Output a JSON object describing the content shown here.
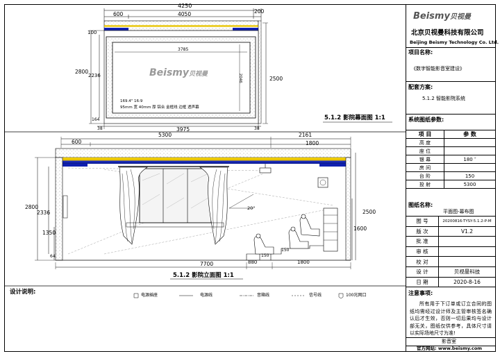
{
  "company": {
    "logo_text": "Beismy",
    "logo_cn": "贝视曼",
    "name_cn": "北京贝视曼科技有限公司",
    "name_en": "Beijing Beismy Technology Co. Ltd."
  },
  "project": {
    "label": "项目名称:",
    "name": "《数字智能影音室建设》",
    "plan_label": "配套方案:",
    "plan": "5.1.2 智能影院系统",
    "params_label": "系统图纸参数:"
  },
  "params_table": {
    "headers": [
      "项  目",
      "参  数"
    ],
    "rows": [
      [
        "高  度",
        ""
      ],
      [
        "座  位",
        ""
      ],
      [
        "银  幕",
        "180 ″"
      ],
      [
        "房  间",
        ""
      ],
      [
        "台  阶",
        "150"
      ],
      [
        "投  射",
        "5300"
      ]
    ]
  },
  "drawing_name": {
    "label": "图纸名称:",
    "value": "平面图-幕布图"
  },
  "sign_table": [
    [
      "图  号",
      "20200816-TYSY-5.1.2-P-M"
    ],
    [
      "版  次",
      "V1.2"
    ],
    [
      "批  准",
      ""
    ],
    [
      "审  核",
      ""
    ],
    [
      "校  对",
      ""
    ],
    [
      "设  计",
      "贝视曼科技"
    ],
    [
      "日  期",
      "2020-8-16"
    ]
  ],
  "notes": {
    "label": "注意事项:",
    "text": "所有用于下订单或订立合同的图纸均需经过设计师及主管审核签名确认后才生效，否则一切后果均与设计部无关，图纸仅供参考，具体尺寸请以实际场地尺寸为准!",
    "room": "影音室",
    "website": "官方网站: www.beismy.com"
  },
  "legend": {
    "label": "设计说明:",
    "items": [
      "电源插座",
      "电源线",
      "音箱线",
      "信号线",
      "100兆网口"
    ]
  },
  "screen_view": {
    "title": "5.1.2 影院幕面图  1:1",
    "dims_top": [
      "4250",
      "600",
      "4050",
      "200"
    ],
    "dims_left": [
      "100",
      "2800",
      "2236",
      "164"
    ],
    "dims_right": [
      "2500"
    ],
    "dims_bottom": [
      "38",
      "3975",
      "38"
    ],
    "inner_width": "3785",
    "inner_height": "2046",
    "screen_spec_1": "169.4\"  16:9",
    "screen_spec_2": "95mm 宽 40mm 厚 铝合 金框线 边框 透声幕"
  },
  "elevation_view": {
    "title": "5.1.2 影院立面图  1:1",
    "dims_top": [
      "600",
      "5300",
      "2161",
      "1800"
    ],
    "dims_left": [
      "2800",
      "2336",
      "1350",
      "64"
    ],
    "dims_right": [
      "2500",
      "1600"
    ],
    "dims_bottom": [
      "7700",
      "880",
      "1800",
      "150",
      "150"
    ],
    "angle": "20°"
  }
}
